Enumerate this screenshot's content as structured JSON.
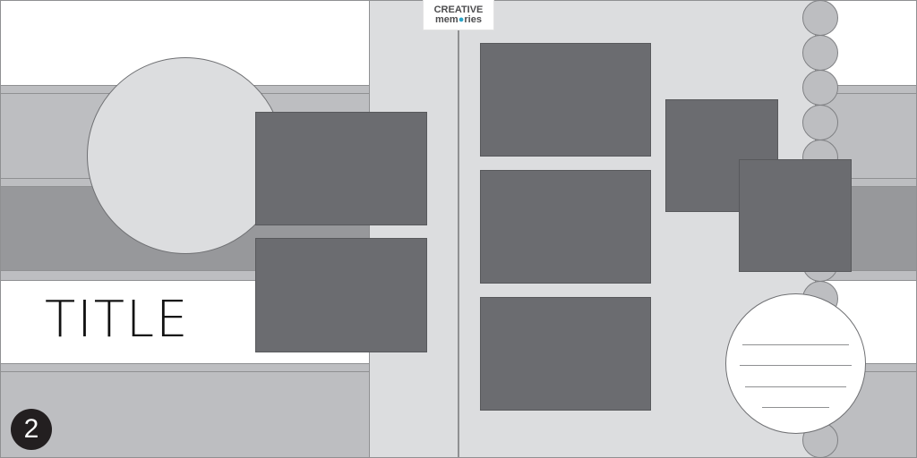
{
  "layout": {
    "title": "TITLE",
    "page_number": "2"
  },
  "logo": {
    "line1": "CREATIVE",
    "line2_a": "mem",
    "line2_accent": "●",
    "line2_b": "ries"
  },
  "colors": {
    "photo": "#6b6c70",
    "light_band": "#bdbec1",
    "mid_band": "#97989b",
    "paper": "#dcdddf",
    "accent": "#2aa5c9"
  },
  "journal": {
    "line_count": 4
  }
}
